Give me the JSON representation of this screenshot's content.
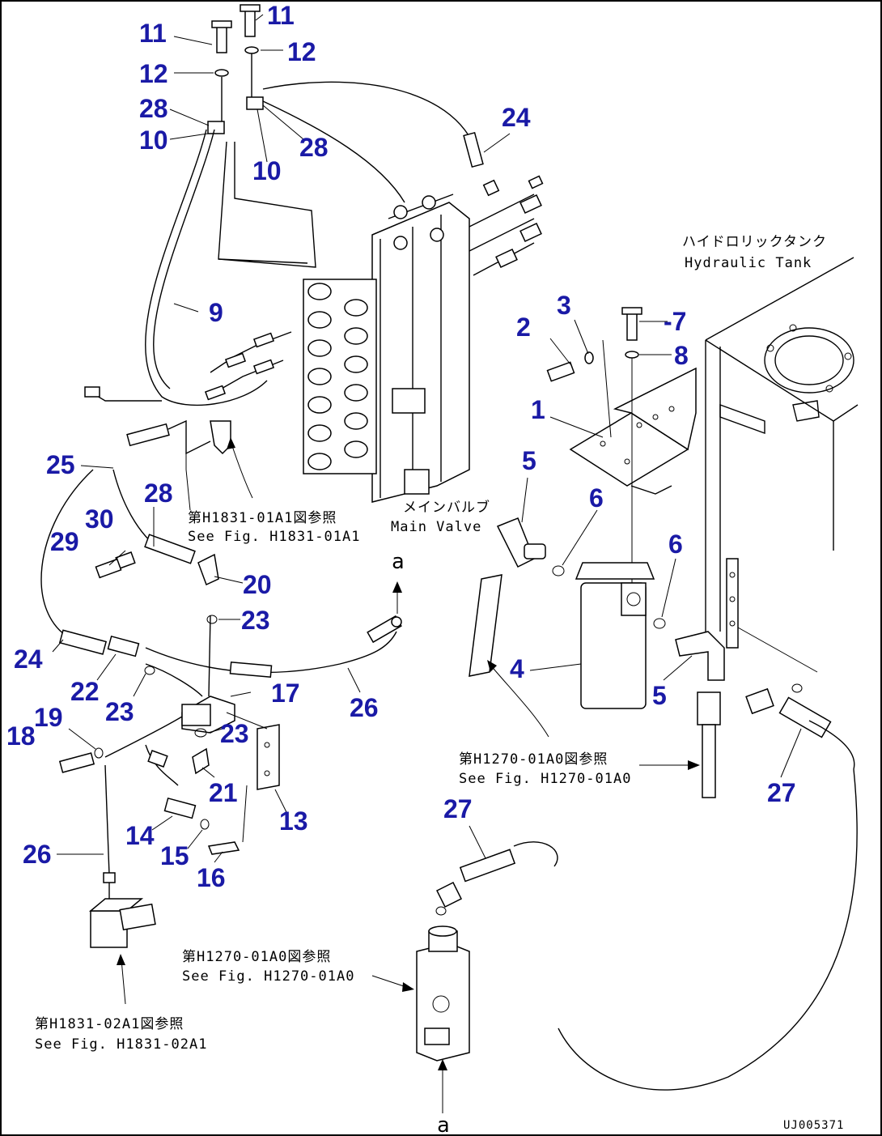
{
  "callouts": [
    {
      "id": "11a",
      "text": "11"
    },
    {
      "id": "11b",
      "text": "11"
    },
    {
      "id": "12a",
      "text": "12"
    },
    {
      "id": "12b",
      "text": "12"
    },
    {
      "id": "28a",
      "text": "28"
    },
    {
      "id": "28b",
      "text": "28"
    },
    {
      "id": "28c",
      "text": "28"
    },
    {
      "id": "10a",
      "text": "10"
    },
    {
      "id": "10b",
      "text": "10"
    },
    {
      "id": "24a",
      "text": "24"
    },
    {
      "id": "24b",
      "text": "24"
    },
    {
      "id": "9",
      "text": "9"
    },
    {
      "id": "2",
      "text": "2"
    },
    {
      "id": "3",
      "text": "3"
    },
    {
      "id": "7",
      "text": "-7"
    },
    {
      "id": "8",
      "text": "8"
    },
    {
      "id": "1",
      "text": "1"
    },
    {
      "id": "25",
      "text": "25"
    },
    {
      "id": "30",
      "text": "30"
    },
    {
      "id": "29",
      "text": "29"
    },
    {
      "id": "5a",
      "text": "5"
    },
    {
      "id": "5b",
      "text": "5"
    },
    {
      "id": "6a",
      "text": "6"
    },
    {
      "id": "6b",
      "text": "6"
    },
    {
      "id": "20",
      "text": "20"
    },
    {
      "id": "23a",
      "text": "23"
    },
    {
      "id": "23b",
      "text": "23"
    },
    {
      "id": "23c",
      "text": "23"
    },
    {
      "id": "4",
      "text": "4"
    },
    {
      "id": "22",
      "text": "22"
    },
    {
      "id": "17",
      "text": "17"
    },
    {
      "id": "26a",
      "text": "26"
    },
    {
      "id": "26b",
      "text": "26"
    },
    {
      "id": "19",
      "text": "19"
    },
    {
      "id": "18",
      "text": "18"
    },
    {
      "id": "21",
      "text": "21"
    },
    {
      "id": "13",
      "text": "13"
    },
    {
      "id": "14",
      "text": "14"
    },
    {
      "id": "15",
      "text": "15"
    },
    {
      "id": "16",
      "text": "16"
    },
    {
      "id": "27a",
      "text": "27"
    },
    {
      "id": "27b",
      "text": "27"
    }
  ],
  "notes": {
    "tank_jp": "ハイドロリックタンク",
    "tank_en": "Hydraulic Tank",
    "valve_jp": "メインバルブ",
    "valve_en": "Main Valve",
    "ref1_jp": "第H1831-01A1図参照",
    "ref1_en": "See Fig. H1831-01A1",
    "ref2_jp": "第H1270-01A0図参照",
    "ref2_en": "See Fig. H1270-01A0",
    "ref3_jp": "第H1270-01A0図参照",
    "ref3_en": "See Fig. H1270-01A0",
    "ref4_jp": "第H1831-02A1図参照",
    "ref4_en": "See Fig. H1831-02A1",
    "conn_top": "a",
    "conn_bottom": "a",
    "drawing_code": "UJ005371"
  },
  "colors": {
    "callout": "#1a1aa6",
    "line": "#000000",
    "background": "#ffffff"
  }
}
